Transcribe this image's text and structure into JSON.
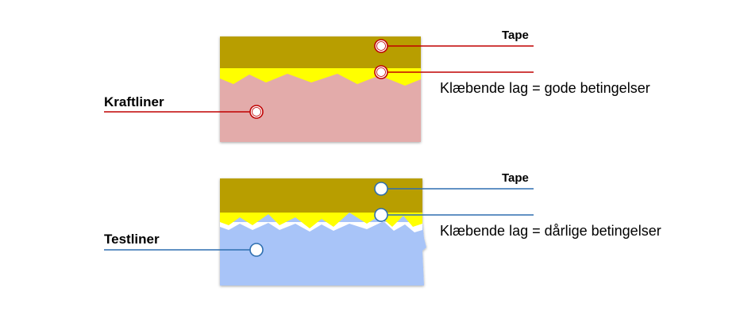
{
  "colors": {
    "tape": "#b89e00",
    "adhesive": "#ffff00",
    "kraftliner": "#e3abaa",
    "testliner": "#a8c4f8",
    "good_line": "#c00000",
    "bad_line": "#2e6fb0",
    "bad_marker_fill": "#ffffff"
  },
  "top": {
    "tape_label": "Tape",
    "material_label": "Kraftliner",
    "adhesive_label": "Klæbende lag = gode betingelser"
  },
  "bottom": {
    "tape_label": "Tape",
    "material_label": "Testliner",
    "adhesive_label": "Klæbende lag = dårlige betingelser"
  }
}
